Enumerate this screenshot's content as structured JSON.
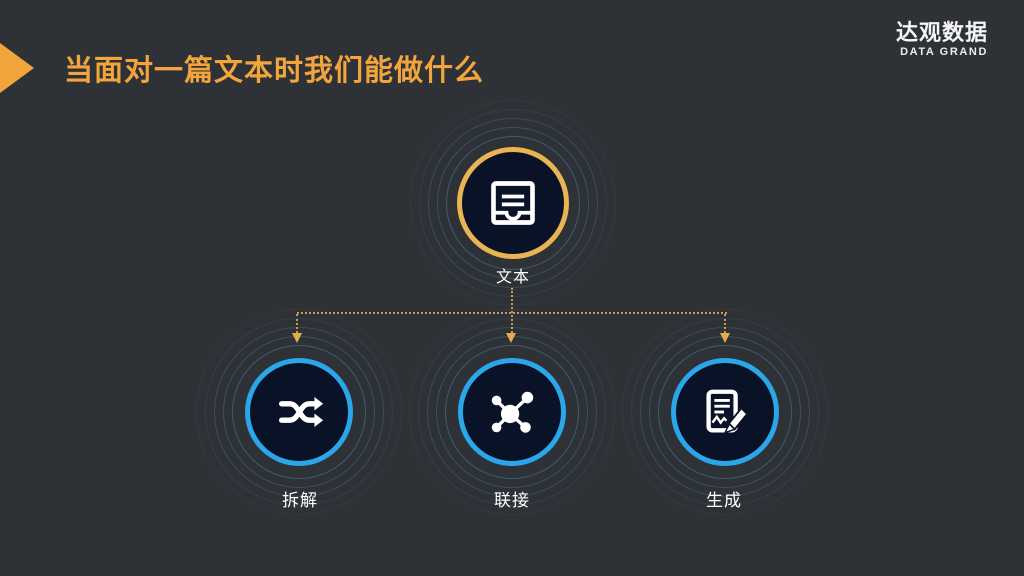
{
  "slide": {
    "title": "当面对一篇文本时我们能做什么",
    "logo": {
      "name": "达观数据",
      "subtitle": "DATA GRAND"
    },
    "colors": {
      "background": "#2e3136",
      "title_orange": "#f2a43d",
      "root_ring_orange": "#e9b452",
      "child_ring_blue": "#2aa7e8",
      "node_fill_navy": "#0a1228",
      "connector_orange": "#c89a52",
      "label_white": "#ffffff"
    },
    "diagram": {
      "root": {
        "label": "文本",
        "icon": "document-archive-icon"
      },
      "children": [
        {
          "label": "拆解",
          "icon": "shuffle-icon"
        },
        {
          "label": "联接",
          "icon": "network-hub-icon"
        },
        {
          "label": "生成",
          "icon": "document-edit-icon"
        }
      ]
    }
  }
}
